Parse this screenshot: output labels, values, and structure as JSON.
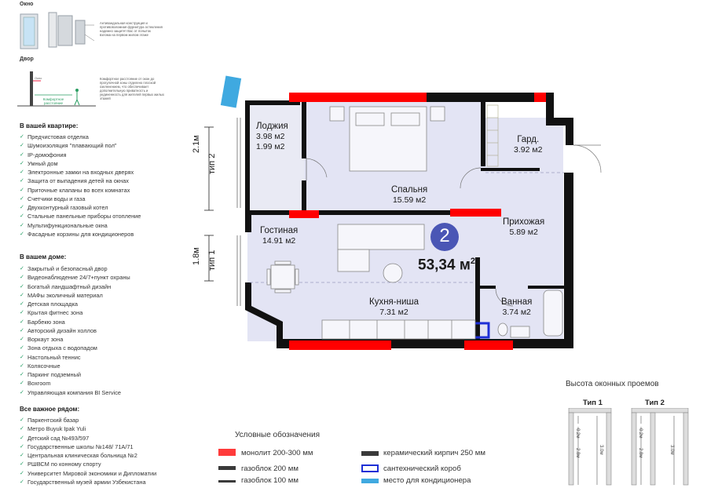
{
  "window_section": {
    "label": "Окно",
    "description": "Антивандальная конструкция и противовзломная фурнитура остекления надежно защитят Вас от попыток взлома на первом жилом этаже"
  },
  "yard_section": {
    "label": "Двор",
    "description": "Комфортное расстояние от окон до прогулочной зоны отделено плоской озеленением, что обеспечивает дополнительную приватность и уединенность для жителей первых жилых этажей",
    "diagram_labels": [
      "Окно",
      "Комфортное расстояние"
    ]
  },
  "apartment_features": {
    "title": "В вашей квартире:",
    "items": [
      "Предчистовая отделка",
      "Шумоизоляция \"плавающий пол\"",
      "IP-домофония",
      "Умный дом",
      "Электронные замки на входных дверях",
      "Защита от выпадения детей на окнах",
      "Приточные клапаны во всех комнатах",
      "Счетчики воды и газа",
      "Двухконтурный газовый котел",
      "Стальные панельные приборы отопление",
      "Мультифункциональные окна",
      "Фасадные корзины для кондиционеров"
    ]
  },
  "house_features": {
    "title": "В вашем доме:",
    "items": [
      "Закрытый и безопасный двор",
      "Видеонаблюдение 24/7+пункт охраны",
      "Богатый ландшафтный дизайн",
      "МАФы эколичный материал",
      "Детская площадка",
      "Крытая фитнес зона",
      "Барбекю зона",
      "Авторский дизайн холлов",
      "Воркаут зона",
      "Зона отдыха с водопадом",
      "Настольный теннис",
      "Колясочные",
      "Паркинг подземный",
      "Boxroom",
      "Управляющая компания BI Service"
    ]
  },
  "nearby": {
    "title": "Все важное рядом:",
    "items": [
      "Паркентский базар",
      "Метро Buyuk Ipak Yuli",
      "Детский сад №493/597",
      "Государственные школы №148/ 71А/71",
      "Центральная клиническая больница №2",
      "РШВСМ по конному спорту",
      "Университет Мировой экономики и Дипломатии",
      "Государственный музей армии Узбекистана"
    ]
  },
  "plan": {
    "apartment_number": "2",
    "total_area": "53,34 м",
    "total_area_sup": "2",
    "dim_top": [
      "2.1м",
      "тип 2"
    ],
    "dim_bottom": [
      "1.8м",
      "тип 1"
    ],
    "rooms": [
      {
        "name": "Лоджия",
        "area": "3.98 м2",
        "area2": "1.99 м2"
      },
      {
        "name": "Спальня",
        "area": "15.59 м2"
      },
      {
        "name": "Гард.",
        "area": "3.92 м2"
      },
      {
        "name": "Прихожая",
        "area": "5.89 м2"
      },
      {
        "name": "Гостиная",
        "area": "14.91 м2"
      },
      {
        "name": "Кухня-ниша",
        "area": "7.31 м2"
      },
      {
        "name": "Ванная",
        "area": "3.74 м2"
      }
    ]
  },
  "legend": {
    "title": "Условные обозначения",
    "items": [
      {
        "label": "монолит 200-300 мм",
        "color": "#ff3b3b"
      },
      {
        "label": "газоблок 200 мм",
        "color": "#3a3a3a"
      },
      {
        "label": "газоблок 100 мм",
        "color": "#3a3a3a"
      },
      {
        "label": "керамический кирпич 250 мм",
        "color": "#3a3a3a"
      },
      {
        "label": "сантехнический короб",
        "color": "#1d2fd6"
      },
      {
        "label": "место для кондиционера",
        "color": "#3fa9e0"
      }
    ]
  },
  "window_heights": {
    "title": "Высота оконных проемов",
    "types": [
      {
        "label": "Тип 1",
        "dims": [
          "0.2м",
          "2.8м",
          "3.0м"
        ]
      },
      {
        "label": "Тип 2",
        "dims": [
          "0.2м",
          "2.8м",
          "3.0м"
        ]
      }
    ]
  },
  "colors": {
    "floor": "#e3e4f4",
    "monolith": "#ff0000",
    "wall": "#111111",
    "badge": "#4a56b5",
    "check": "#1f9c62"
  }
}
